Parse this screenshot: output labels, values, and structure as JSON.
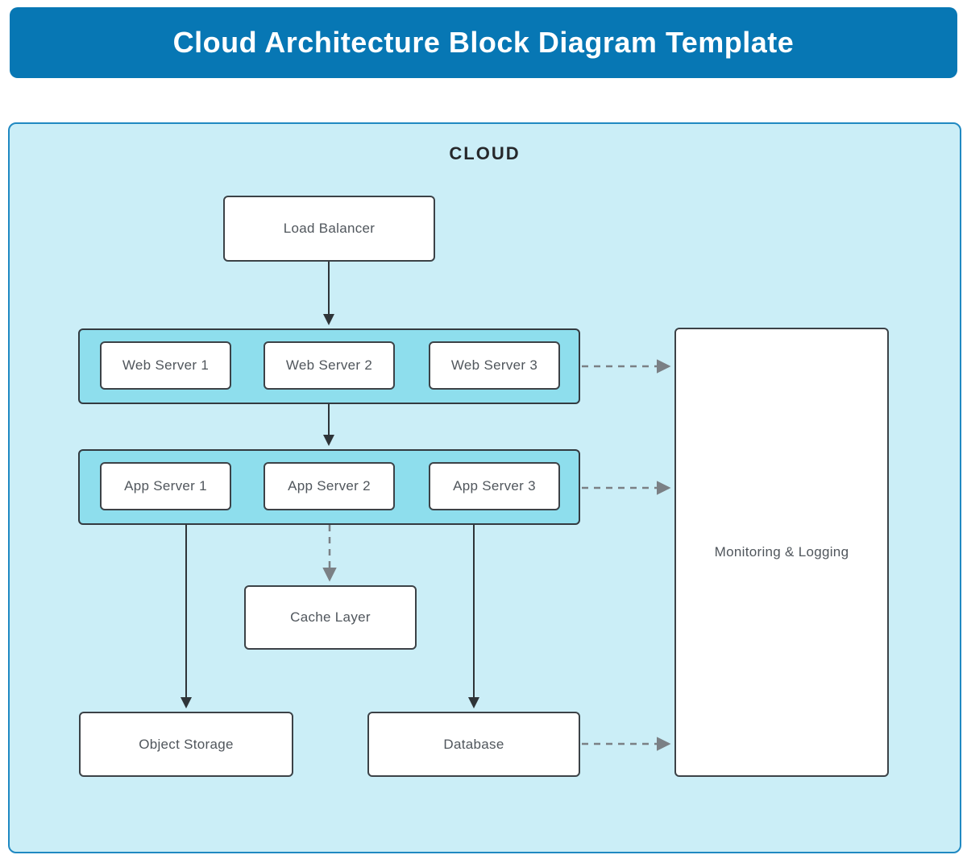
{
  "title": {
    "text": "Cloud Architecture Block Diagram Template"
  },
  "diagram": {
    "container_label": "CLOUD",
    "nodes": {
      "load_balancer": "Load Balancer",
      "web_servers": [
        "Web Server 1",
        "Web Server 2",
        "Web Server 3"
      ],
      "app_servers": [
        "App Server 1",
        "App Server 2",
        "App Server 3"
      ],
      "cache": "Cache Layer",
      "object_storage": "Object Storage",
      "database": "Database",
      "monitoring": "Monitoring & Logging"
    },
    "edges": [
      {
        "from": "load-balancer",
        "to": "web-server-row",
        "style": "solid"
      },
      {
        "from": "web-server-row",
        "to": "app-server-row",
        "style": "solid"
      },
      {
        "from": "app-server-row",
        "to": "cache-layer",
        "style": "dashed"
      },
      {
        "from": "app-server-row",
        "to": "object-storage",
        "style": "solid"
      },
      {
        "from": "app-server-row",
        "to": "database",
        "style": "solid"
      },
      {
        "from": "web-server-row",
        "to": "monitoring",
        "style": "dashed"
      },
      {
        "from": "app-server-row",
        "to": "monitoring",
        "style": "dashed"
      },
      {
        "from": "database",
        "to": "monitoring",
        "style": "dashed"
      }
    ],
    "colors": {
      "header_bg": "#0777b4",
      "header_text": "#ffffff",
      "container_bg": "#cbeef7",
      "container_border": "#2089c2",
      "row_bg": "#8edeed",
      "node_bg": "#ffffff",
      "node_border": "#3c4247",
      "node_label": "#50565c",
      "cloud_label": "#26282b",
      "solid_arrow": "#2e3438",
      "dashed_arrow": "#7b8085"
    }
  }
}
